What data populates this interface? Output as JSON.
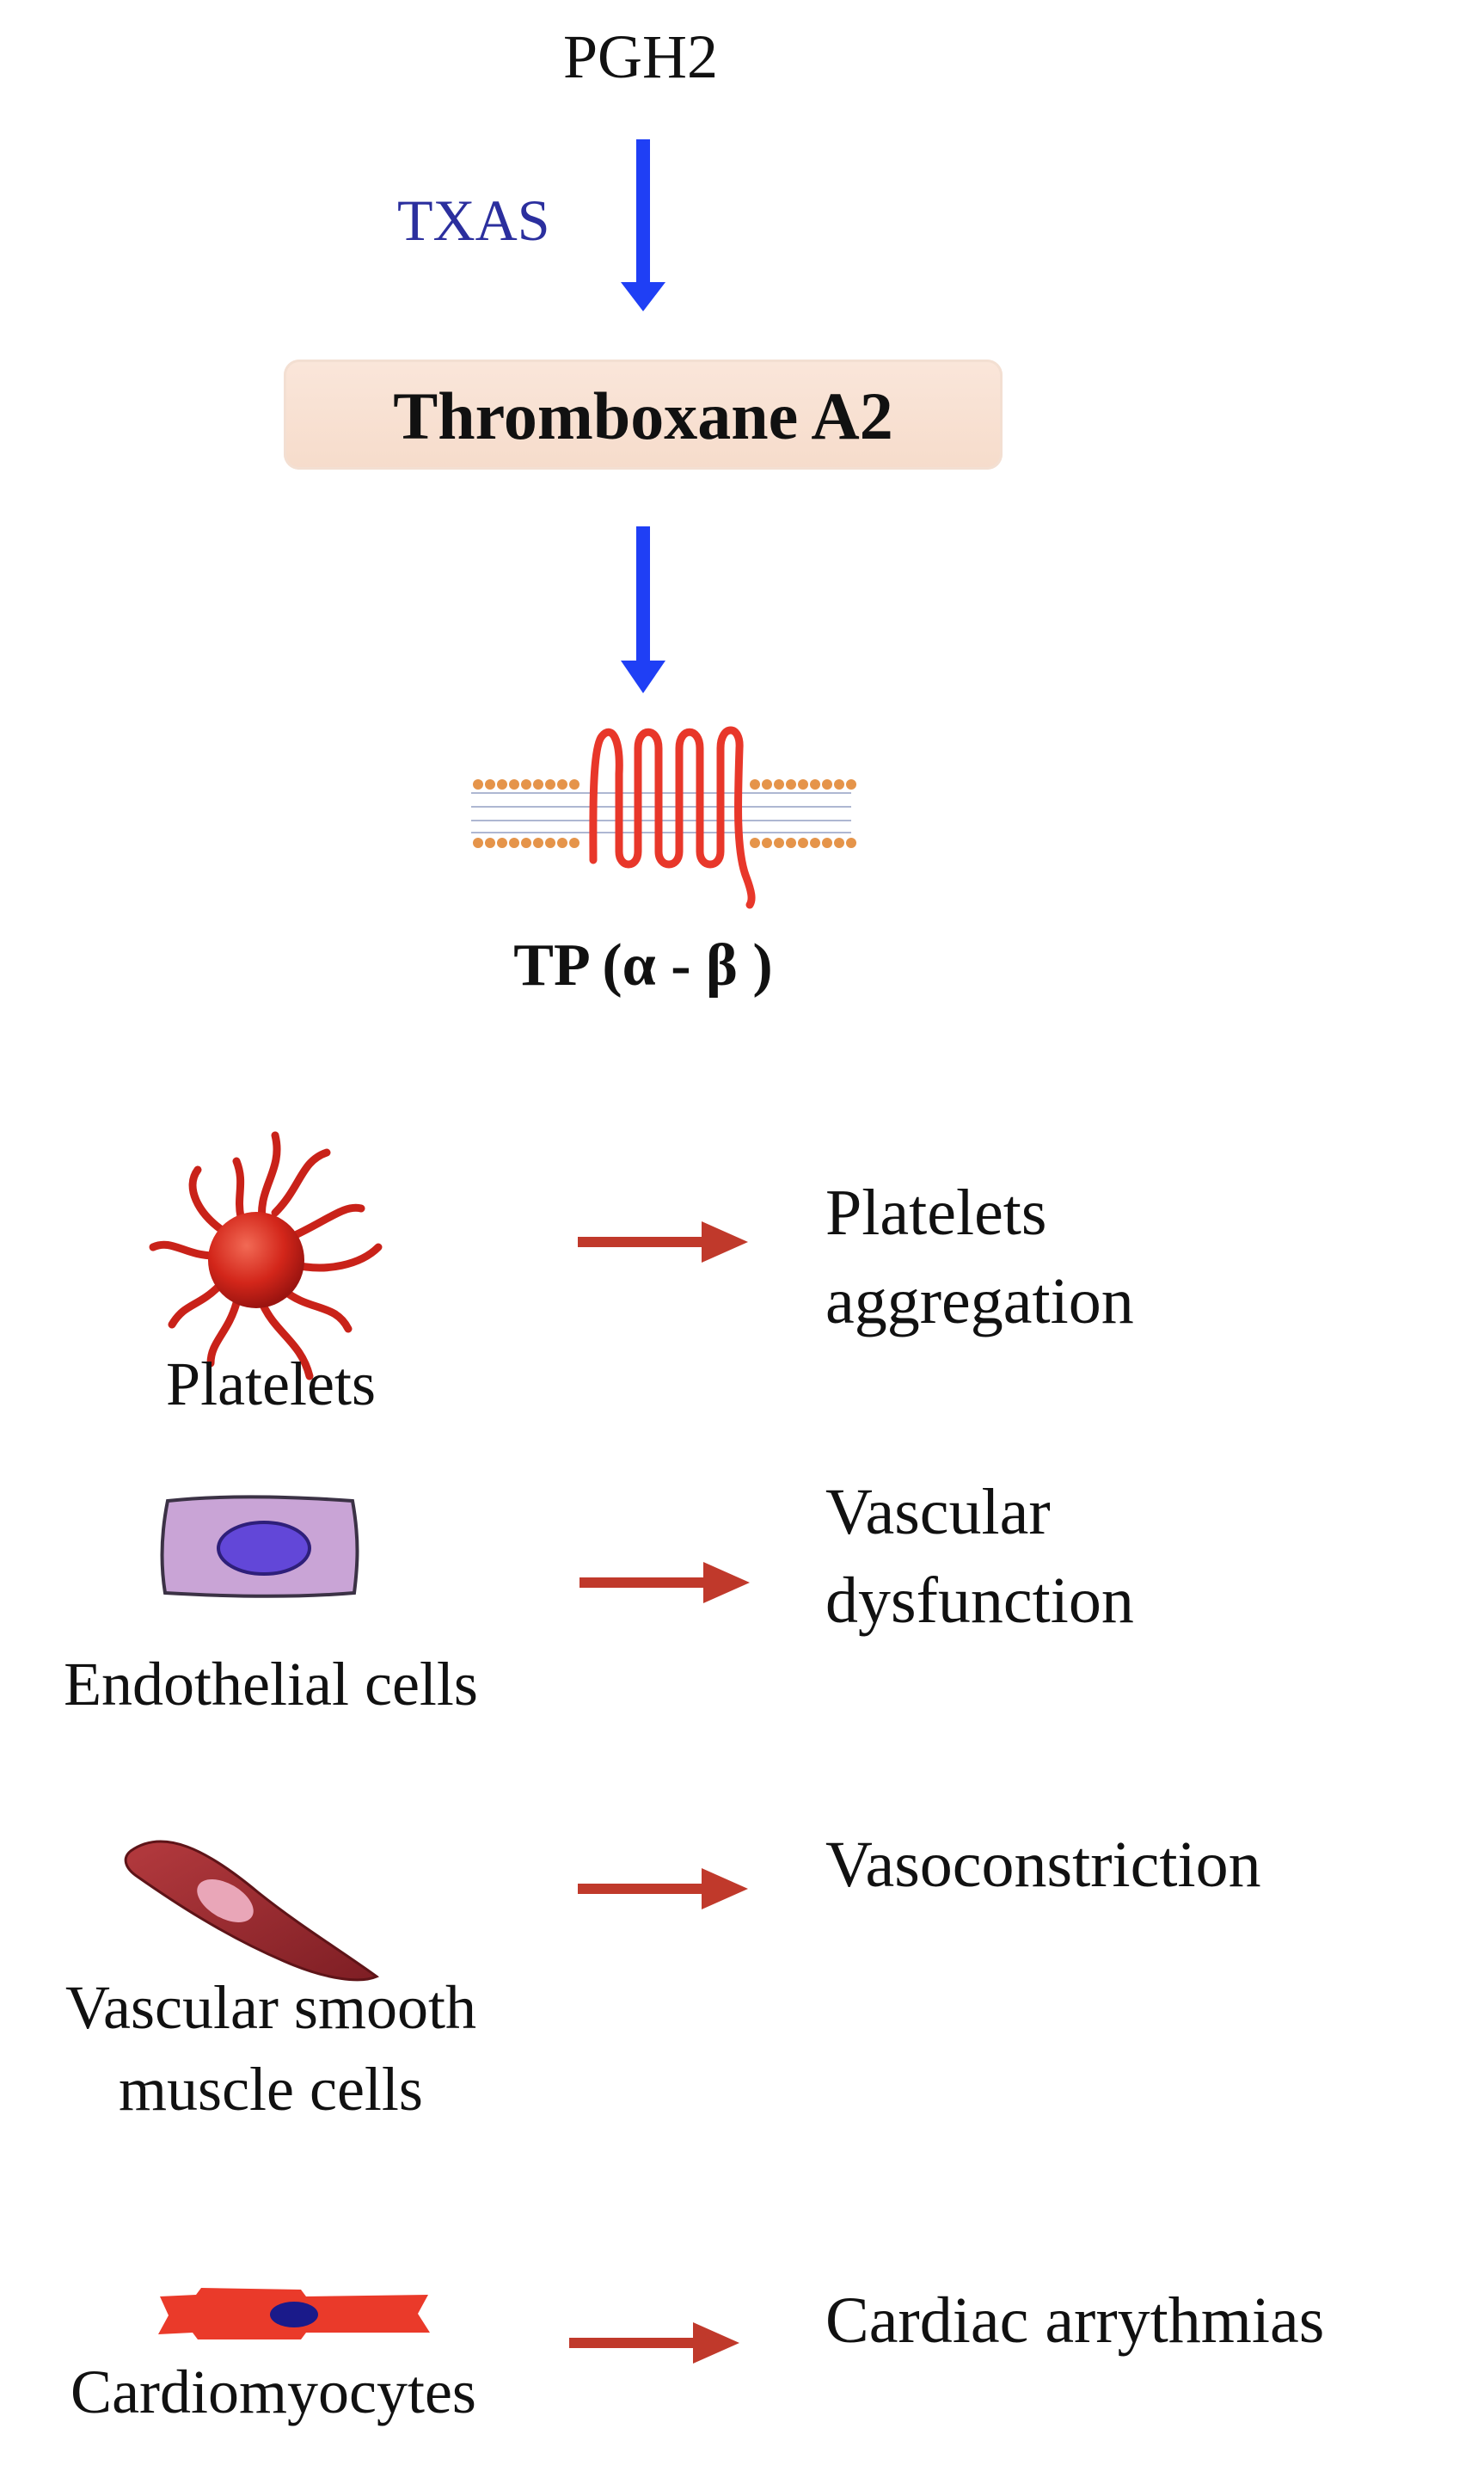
{
  "pathway": {
    "precursor": "PGH2",
    "enzyme": "TXAS",
    "product": "Thromboxane A2",
    "receptor": "TP (α - β )"
  },
  "cells": [
    {
      "label": "Platelets",
      "effect_line1": "Platelets",
      "effect_line2": "aggregation"
    },
    {
      "label": "Endothelial cells",
      "effect_line1": "Vascular",
      "effect_line2": "dysfunction"
    },
    {
      "label_line1": "Vascular smooth",
      "label_line2": "muscle cells",
      "effect": "Vasoconstriction"
    },
    {
      "label": "Cardiomyocytes",
      "effect": "Cardiac arrythmias"
    }
  ],
  "colors": {
    "pathway_arrow": "#1f3ff5",
    "effect_arrow": "#c0392b",
    "enzyme_text": "#2b2f9e",
    "product_box": "#f8e1d3",
    "receptor": "#e8372a",
    "membrane_heads": "#e5944a",
    "platelet": "#d7281c",
    "endothelial_cell": "#c9a4d6",
    "endothelial_nucleus": "#6247d8",
    "smooth_muscle_cell": "#9e2a2f",
    "cardiomyocyte": "#ea3a2a",
    "cardiomyocyte_nucleus": "#1a1a8a"
  }
}
